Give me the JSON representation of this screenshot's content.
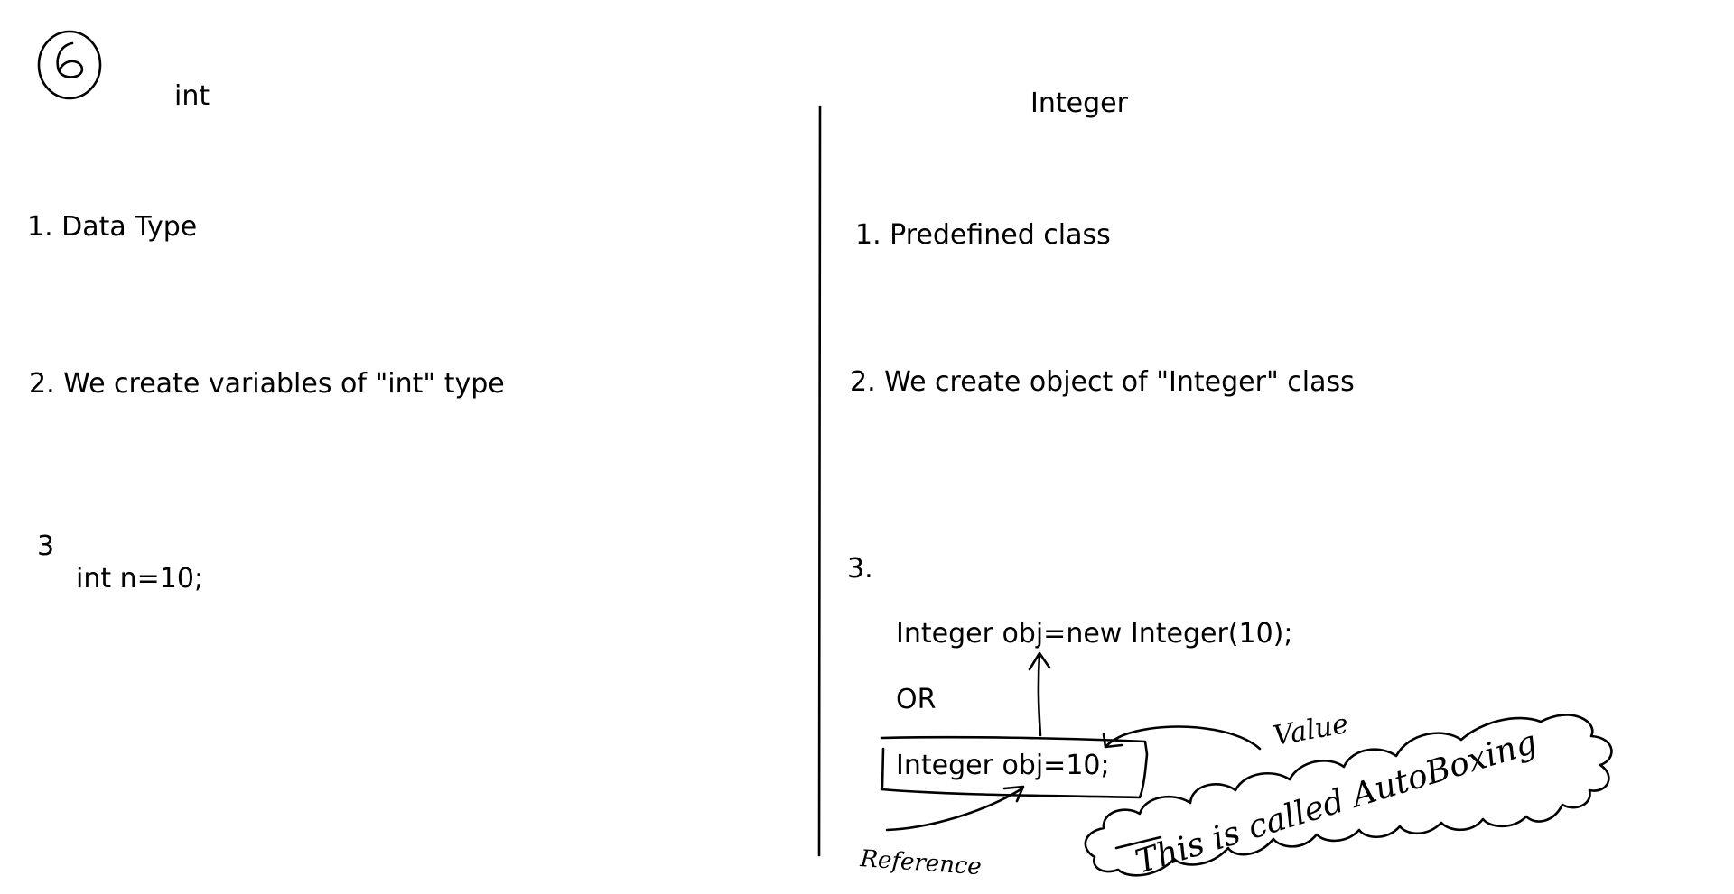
{
  "section_number": "6",
  "left_column": {
    "heading": "int",
    "point1": "1. Data Type",
    "point2": "2. We create variables of \"int\" type",
    "point3_number": "3",
    "point3_code": "int n=10;"
  },
  "right_column": {
    "heading": "Integer",
    "point1": "1. Predefined class",
    "point2": "2. We create object of \"Integer\" class",
    "point3_number": "3.",
    "code_line1": "Integer obj=new Integer(10);",
    "or_label": "OR",
    "code_line2": "Integer obj=10;"
  },
  "annotations": {
    "value_label": "Value",
    "reference_label": "Reference",
    "cloud_note": "This is called AutoBoxing"
  },
  "ink_color": "#000000"
}
